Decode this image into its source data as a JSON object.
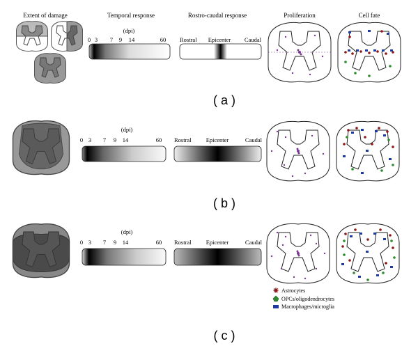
{
  "headers": {
    "extent": "Extent of damage",
    "temporal": "Temporal response",
    "rostrocaudal": "Rostro-caudal response",
    "proliferation": "Proliferation",
    "cellfate": "Cell fate"
  },
  "temporal_scale": {
    "unit": "(dpi)",
    "ticks": [
      "0",
      "3",
      "7",
      "9",
      "14",
      "60"
    ]
  },
  "rostrocaudal_labels": {
    "rostral": "Rostral",
    "epicenter": "Epicenter",
    "caudal": "Caudal"
  },
  "panels": [
    {
      "label": "( a )",
      "damage": "small",
      "temporal_peak_dpi": 3,
      "rc_spread": "narrow"
    },
    {
      "label": "( b )",
      "damage": "moderate",
      "temporal_peak_dpi": 3,
      "rc_spread": "medium"
    },
    {
      "label": "( c )",
      "damage": "severe",
      "temporal_peak_dpi": 3,
      "rc_spread": "wide"
    }
  ],
  "legend": {
    "items": [
      {
        "label": "Astrocytes",
        "icon": "astrocyte-icon",
        "color": "#8b1a1a"
      },
      {
        "label": "OPCs/oligodendrocytes",
        "icon": "opc-icon",
        "color": "#2e8b2e"
      },
      {
        "label": "Macrophages/microglia",
        "icon": "macrophage-icon",
        "color": "#1f3a9e"
      }
    ]
  },
  "colors": {
    "proliferation_dot": "#7a3b8f",
    "lesion_dark": "#555555",
    "lesion_mid": "#8a8a8a",
    "lesion_light": "#c8c8c8"
  }
}
